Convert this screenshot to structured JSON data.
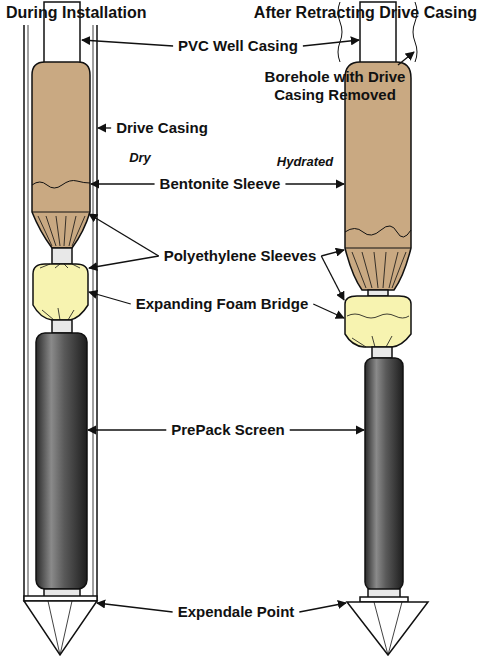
{
  "diagram": {
    "labels": [
      "During Installation",
      "After Retracting Drive Casing",
      "PVC Well Casing",
      "Borehole with Drive Casing Removed",
      "Drive Casing",
      "Dry",
      "Bentonite Sleeve",
      "Hydrated",
      "Polyethylene Sleeves",
      "Expanding Foam Bridge",
      "PrePack Screen",
      "Expendale Point"
    ]
  }
}
